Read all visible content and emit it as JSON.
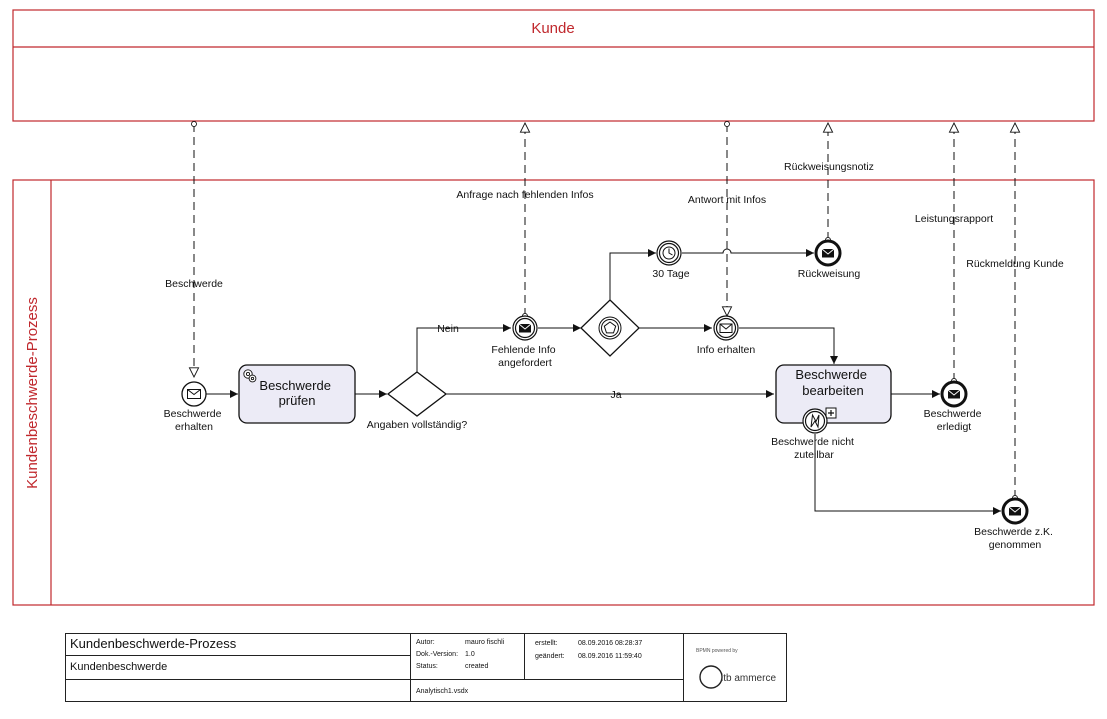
{
  "pools": {
    "customer": {
      "title": "Kunde"
    },
    "process": {
      "title": "Kundenbeschwerde-Prozess"
    }
  },
  "messages": {
    "complaint": "Beschwerde",
    "missing_info_request": "Anfrage nach fehlenden Infos",
    "answer_with_info": "Antwort mit Infos",
    "rejection_note": "Rückweisungsnotiz",
    "service_report": "Leistungsrapport",
    "customer_feedback": "Rückmeldung Kunde"
  },
  "events": {
    "start": [
      "Beschwerde",
      "erhalten"
    ],
    "missing_info": [
      "Fehlende Info",
      "angefordert"
    ],
    "info_received": [
      "Info erhalten"
    ],
    "timer": [
      "30 Tage"
    ],
    "rejection": [
      "Rückweisung"
    ],
    "done": [
      "Beschwerde",
      "erledigt"
    ],
    "not_assignable": [
      "Beschwerde nicht",
      "zuteilbar"
    ],
    "withdrawn": [
      "Beschwerde z.K.",
      "genommen"
    ]
  },
  "tasks": {
    "check": [
      "Beschwerde",
      "prüfen"
    ],
    "process": [
      "Beschwerde",
      "bearbeiten"
    ]
  },
  "gateways": {
    "complete": "Angaben vollständig?"
  },
  "flows": {
    "no": "Nein",
    "yes": "Ja"
  },
  "title_block": {
    "title": "Kundenbeschwerde-Prozess",
    "subtitle": "Kundenbeschwerde",
    "author_label": "Autor:",
    "author": "mauro fischli",
    "version_label": "Dok.-Version:",
    "version": "1.0",
    "status_label": "Status:",
    "status": "created",
    "created_label": "erstellt:",
    "created": "08.09.2016 08:28:37",
    "modified_label": "geändert:",
    "modified": "08.09.2016 11:59:40",
    "file": "Analytisch1.vsdx",
    "powered_by": "BPMN powered by",
    "logo": "itb ammerce"
  },
  "colors": {
    "pool_border": "#c0282d",
    "pool_title": "#c0282d",
    "task_fill": "#ecebf6",
    "line": "#111111"
  }
}
